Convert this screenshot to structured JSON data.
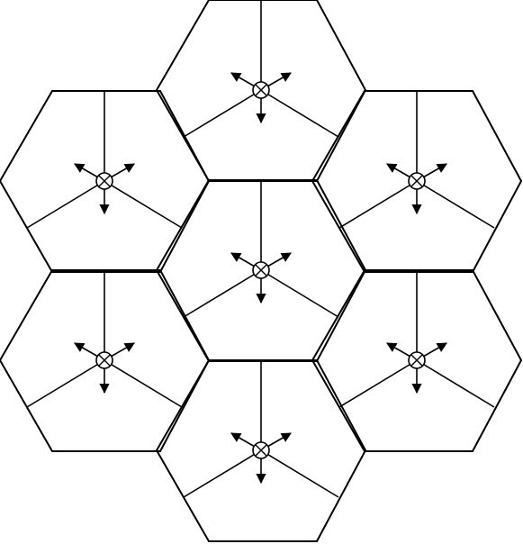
{
  "diagram": {
    "type": "hexagonal-cell-layout",
    "cells": [
      {
        "id": "top",
        "sectors": 3
      },
      {
        "id": "upper-left",
        "sectors": 3
      },
      {
        "id": "upper-right",
        "sectors": 3
      },
      {
        "id": "center",
        "sectors": 3
      },
      {
        "id": "lower-left",
        "sectors": 3
      },
      {
        "id": "lower-right",
        "sectors": 3
      },
      {
        "id": "bottom",
        "sectors": 3
      }
    ],
    "site_icon": "antenna-site-icon",
    "line_color": "#000000",
    "background": "#ffffff"
  }
}
